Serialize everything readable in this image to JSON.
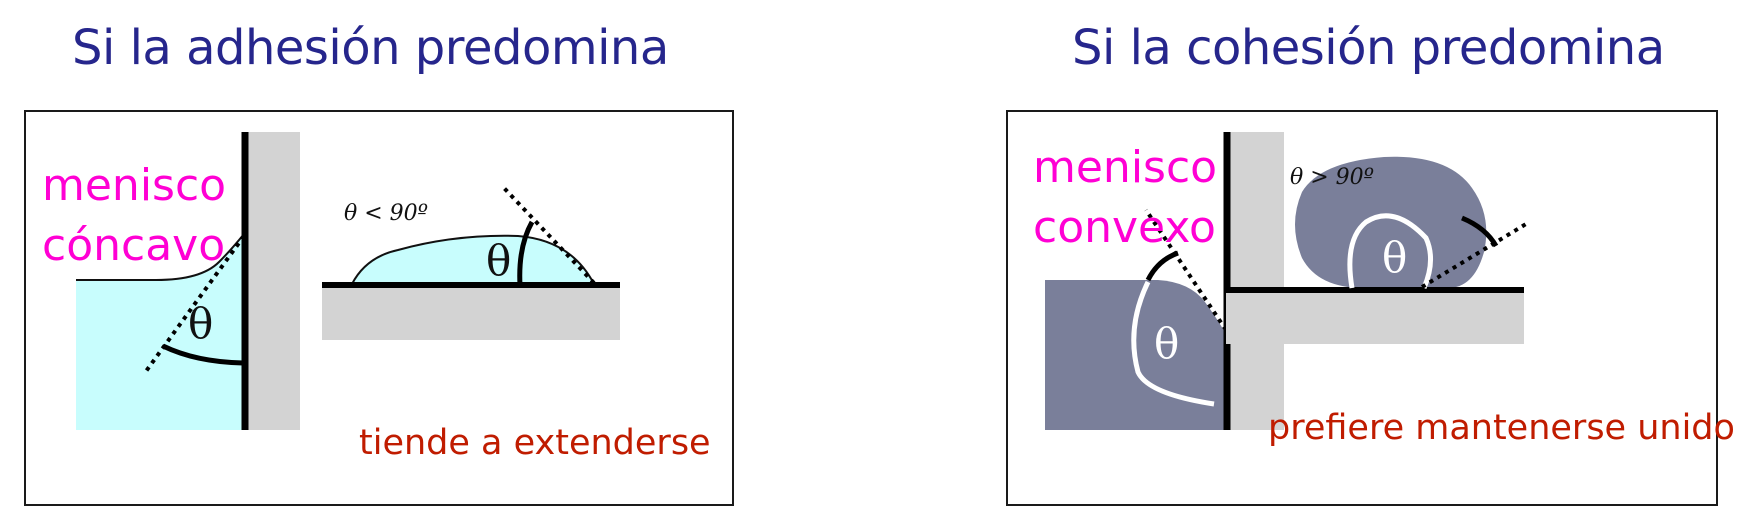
{
  "left": {
    "title": "Si la adhesión predomina",
    "meniscus_label_line1": "menisco",
    "meniscus_label_line2": "cóncavo",
    "note": "tiende a extenderse",
    "angle_condition": "θ < 90º",
    "angle_symbol": "θ"
  },
  "right": {
    "title": "Si la cohesión predomina",
    "meniscus_label_line1": "menisco",
    "meniscus_label_line2": "convexo",
    "note": "prefiere mantenerse unido",
    "angle_condition": "θ > 90º",
    "angle_symbol": "θ"
  },
  "colors": {
    "title": "#26268c",
    "meniscus_label": "#ff00d4",
    "note": "#c01c00",
    "wetting_liquid": "#c8fdfd",
    "nonwetting_liquid": "#7a7f9a",
    "solid": "#d3d3d3",
    "wall_line": "#000000"
  }
}
